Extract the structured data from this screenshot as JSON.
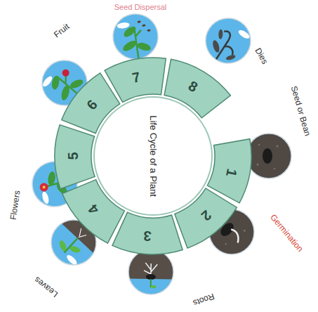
{
  "diagram": {
    "nodes": [
      {
        "text": [
          "Life Cycle of a Plant"
        ]
      },
      {
        "text": [
          "1"
        ]
      },
      {
        "text": [
          "2"
        ]
      },
      {
        "text": [
          "3"
        ]
      },
      {
        "text": [
          "4"
        ]
      },
      {
        "text": [
          "5"
        ]
      },
      {
        "text": [
          "6"
        ]
      },
      {
        "text": [
          "7"
        ]
      },
      {
        "text": [
          "8"
        ]
      }
    ],
    "labels": [
      "Seed or Bean",
      "Germination",
      "Roots",
      "Leaves",
      "Flowers",
      "Fruit",
      "Seed Dispersal",
      "Dies"
    ]
  }
}
